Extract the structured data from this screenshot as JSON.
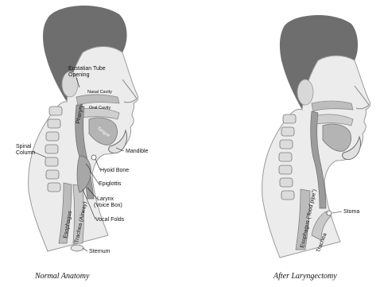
{
  "captions": {
    "left": "Normal Anatomy",
    "right": "After Laryngectomy"
  },
  "labels_left": {
    "eustachian": "Eustatian Tube",
    "eustachian2": "Opening",
    "nasal": "Nasal Cavity",
    "oral": "Oral Cavity",
    "pharynx": "Pharynx",
    "tongue": "Tongue",
    "mandible": "Mandible",
    "spinal": "Spinal",
    "spinal2": "Column",
    "hyoid": "Hyoid Bone",
    "epiglottis": "Epiglottis",
    "larynx": "Larynx",
    "larynx2": "(Voice Box)",
    "vocal": "Vocal Folds",
    "esophagus": "Esophagus",
    "trachea": "Trachea (Airway)",
    "sternum": "Sternum"
  },
  "labels_right": {
    "stoma": "Stoma",
    "esophagus": "Esophagus (“food pipe”)",
    "trachea": "Trachea"
  }
}
